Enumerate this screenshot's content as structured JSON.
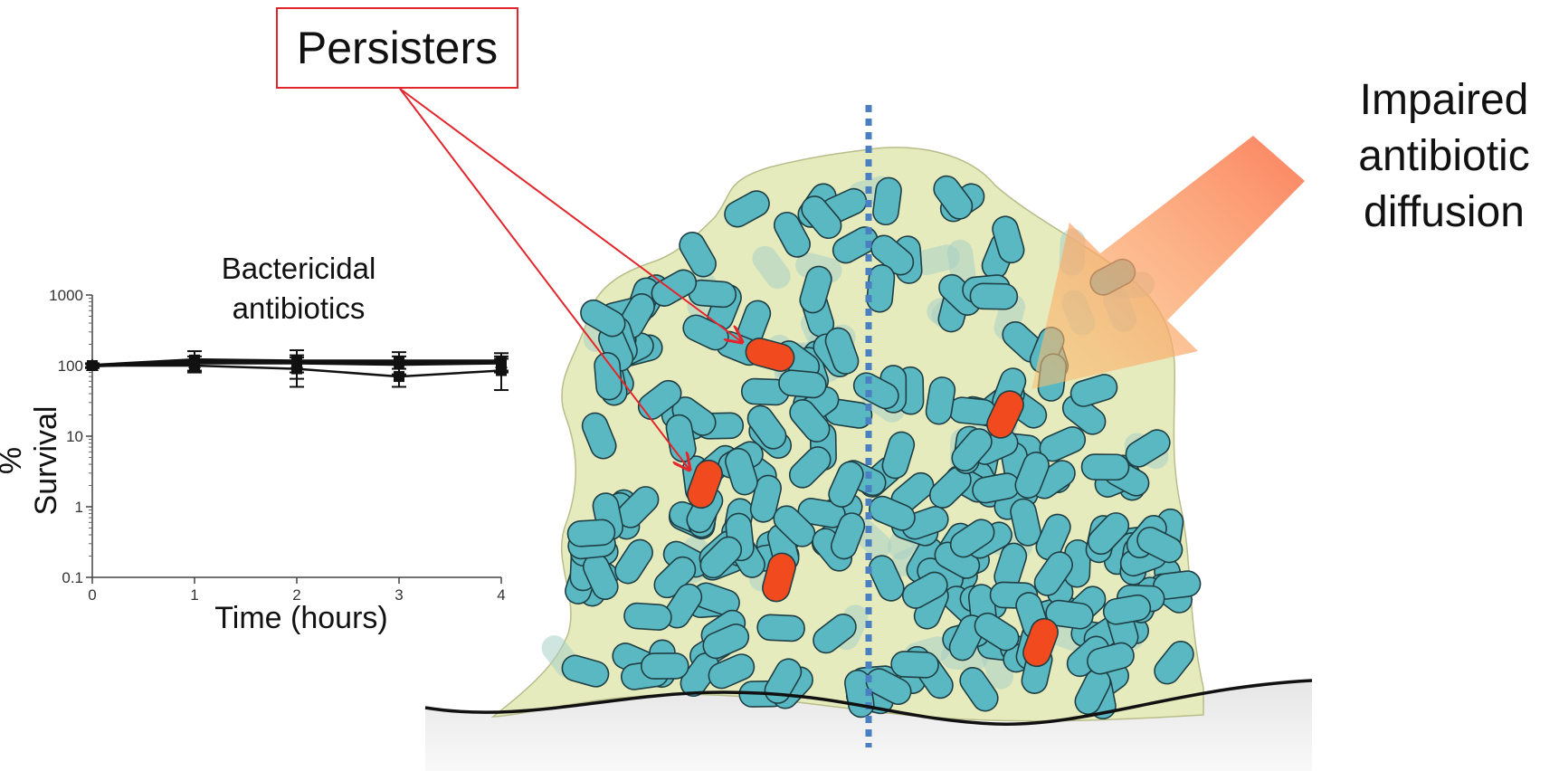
{
  "labels": {
    "persisters": "Persisters",
    "impaired": [
      "Impaired",
      "antibiotic",
      "diffusion"
    ]
  },
  "colors": {
    "biofilm_fill": "#e6ebbd",
    "biofilm_edge": "#b8bd8a",
    "cell_fill": "#5ab8c2",
    "cell_ghost": "#a8cfc6",
    "persister_fill": "#f04a1e",
    "arrow_red": "#e3262b",
    "arrow_orange": "#f39a6a",
    "divider": "#4a7fc1",
    "surface_line": "#111111"
  },
  "chart_data": {
    "type": "line",
    "title": [
      "Bactericidal",
      "antibiotics"
    ],
    "xlabel": "Time (hours)",
    "ylabel": "% Survival",
    "y_scale": "log",
    "ylim": [
      0.1,
      1000
    ],
    "xlim": [
      0,
      4
    ],
    "x_ticks": [
      "0",
      "1",
      "2",
      "3",
      "4"
    ],
    "y_ticks": [
      "0.1",
      "1",
      "10",
      "100",
      "1000"
    ],
    "x": [
      0,
      1,
      2,
      3,
      4
    ],
    "series": [
      {
        "values": [
          100,
          120,
          115,
          115,
          115
        ],
        "error": [
          8,
          40,
          50,
          40,
          35
        ]
      },
      {
        "values": [
          100,
          110,
          110,
          105,
          110
        ],
        "error": [
          6,
          25,
          30,
          30,
          25
        ]
      },
      {
        "values": [
          100,
          100,
          90,
          70,
          85
        ],
        "error": [
          5,
          20,
          40,
          20,
          40
        ]
      }
    ]
  }
}
